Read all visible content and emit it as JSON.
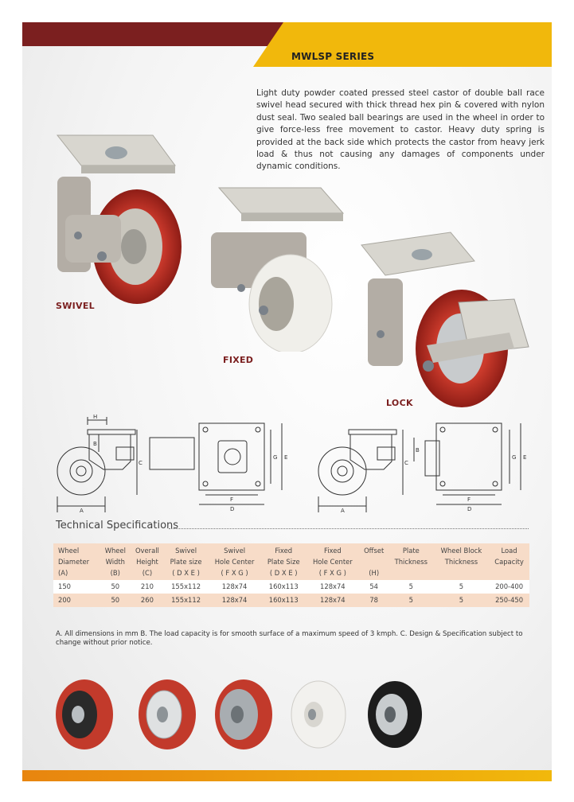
{
  "header": {
    "series_title": "MWLSP SERIES",
    "colors": {
      "dark": "#7b1f1f",
      "gold": "#f1b80c"
    }
  },
  "description": "Light duty powder coated pressed steel castor of double ball race swivel head secured with thick thread hex pin & covered with nylon dust seal. Two sealed ball bearings are used in the wheel in order to give force-less free movement to castor. Heavy duty spring is provided at the back side which protects the castor from heavy jerk load & thus not causing any damages of components under dynamic conditions.",
  "products": {
    "swivel": "SWIVEL",
    "fixed": "FIXED",
    "lock": "LOCK"
  },
  "diagram_labels": {
    "h": "H",
    "b": "B",
    "c": "C",
    "a": "A",
    "g": "G",
    "e": "E",
    "f": "F",
    "d": "D"
  },
  "tech_title": "Technical Specifications",
  "table": {
    "headers": [
      [
        "Wheel",
        "Diameter",
        "(A)"
      ],
      [
        "Wheel",
        "Width",
        "(B)"
      ],
      [
        "Overall",
        "Height",
        "(C)"
      ],
      [
        "Swivel",
        "Plate size",
        "( D X E )"
      ],
      [
        "Swivel",
        "Hole Center",
        "( F X G )"
      ],
      [
        "Fixed",
        "Plate Size",
        "( D X E )"
      ],
      [
        "Fixed",
        "Hole Center",
        "( F X G )"
      ],
      [
        "Offset",
        "",
        "(H)"
      ],
      [
        "Plate",
        "Thickness",
        ""
      ],
      [
        "Wheel Block",
        "Thickness",
        ""
      ],
      [
        "Load",
        "Capacity",
        ""
      ]
    ],
    "rows": [
      [
        "150",
        "50",
        "210",
        "155x112",
        "128x74",
        "160x113",
        "128x74",
        "54",
        "5",
        "5",
        "200-400"
      ],
      [
        "200",
        "50",
        "260",
        "155x112",
        "128x74",
        "160x113",
        "128x74",
        "78",
        "5",
        "5",
        "250-450"
      ]
    ]
  },
  "note": "A. All dimensions in mm    B. The load capacity is for smooth surface of a maximum speed of 3 kmph.    C. Design & Specification subject to change without prior notice."
}
